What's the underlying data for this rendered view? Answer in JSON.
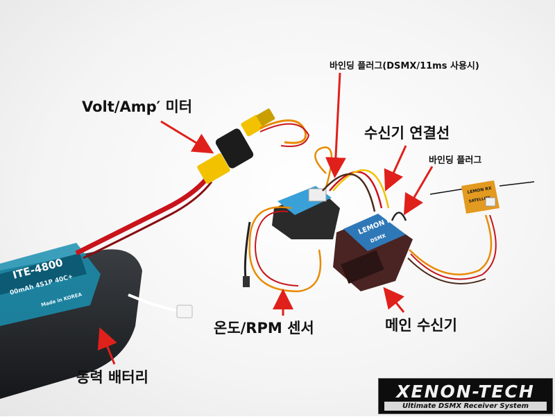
{
  "labels": {
    "volt_amp": "Volt/Amp′ 미터",
    "bind_plug_dsmx": "바인딩 플러그(DSMX/11ms 사용시)",
    "rx_cable": "수신기 연결선",
    "bind_plug": "바인딩 플러그",
    "temp_rpm": "온도/RPM 센서",
    "main_rx": "메인 수신기",
    "battery": "동력 배터리"
  },
  "battery_print": {
    "model": "ITE-4800",
    "spec": "00mAh 4S1P 40C+",
    "origin": "Made in KOREA"
  },
  "rx_print": {
    "main_brand": "LEMON RX",
    "main_sub": "DSMX",
    "sat_brand": "LEMON RX",
    "sat_sub": "SATELLITE"
  },
  "logo": {
    "title": "XENON-TECH",
    "tagline": "Ultimate DSMX Receiver System"
  },
  "colors": {
    "arrow": "#e0201b",
    "battery_wrap": "#2a2d30",
    "battery_label": "#1a8fb0",
    "wire_red": "#c8141b",
    "connector_yellow": "#f2c200",
    "rx_case": "#4a2323"
  }
}
